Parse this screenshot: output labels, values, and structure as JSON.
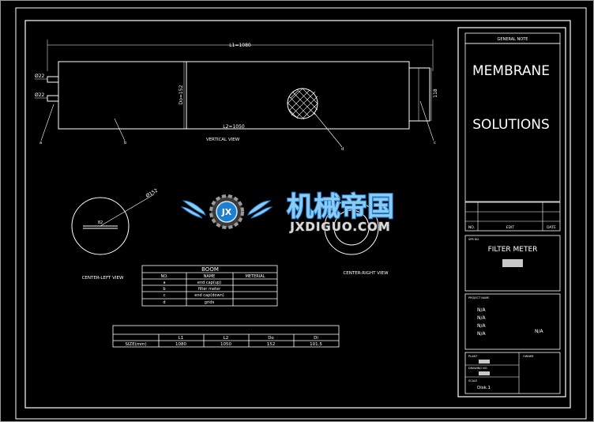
{
  "drawing": {
    "overall_length_label": "L1=1080",
    "inner_length_label": "L2=1050",
    "outer_diameter_label": "Do=152",
    "end_height_label": "118",
    "port_top_label": "Ø22",
    "port_bottom_label": "Ø22",
    "callouts": [
      "a",
      "b",
      "c",
      "d"
    ],
    "vertical_view_label": "VERTICAL VIEW",
    "left_diameter_label": "Ø152",
    "left_slot_label": "82",
    "center_left_view_label": "CENTER-LEFT VIEW",
    "center_right_view_label": "CENTER-RIGHT VIEW"
  },
  "boom_table": {
    "title": "BOOM",
    "headers": [
      "NO.",
      "NAME",
      "METERIAL"
    ],
    "rows": [
      [
        "a",
        "end cap(up)",
        ""
      ],
      [
        "b",
        "filter meter",
        ""
      ],
      [
        "c",
        "end cap(down)",
        ""
      ],
      [
        "d",
        "grids",
        ""
      ]
    ]
  },
  "size_table": {
    "headers": [
      "",
      "L1",
      "L2",
      "Do",
      "Di"
    ],
    "row": [
      "SIZE(mm)",
      "1080",
      "1050",
      "152",
      "101.5"
    ]
  },
  "title_block": {
    "general_note": "GENERAL NOTE",
    "company_line1": "MEMBRANE",
    "company_line2": "SOLUTIONS",
    "revision_headers": [
      "NO.",
      "EDIT",
      "DATE"
    ],
    "part_label": "SPR NO.",
    "part_name": "FILTER METER",
    "project_label": "PROJECT NAME",
    "project_values": [
      "N/A",
      "N/A",
      "N/A",
      "N/A"
    ],
    "project_value_right": "N/A",
    "plant_label": "PLANT",
    "drawing_no_label": "DRAWING NO.",
    "owner_label": "OWNER",
    "scale_label": "SCALE",
    "scale_value": "Disk.1"
  },
  "watermark": {
    "text": "机械帝国",
    "subtext": "JXDIGUO.COM",
    "logo_letters": "JX"
  },
  "colors": {
    "background": "#000000",
    "line": "#ffffff",
    "accent_blue": "#1e7fd0",
    "accent_light": "#8ecbf2"
  }
}
